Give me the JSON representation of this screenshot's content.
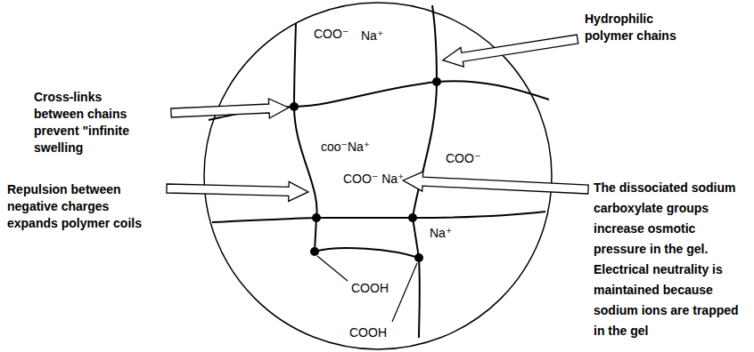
{
  "diagram": {
    "labels": [
      "Cross-links between chains prevent \"infinite swelling",
      "Repulsion between negative charges expands polymer coils",
      "Hydrophilic polymer chains",
      "The dissociated sodium carboxylate groups increase osmotic pressure in the gel. Electrical neutrality is maintained because sodium ions are trapped in the gel",
      "COO⁻",
      "Na⁺",
      "coo⁻Na⁺",
      "COO⁻ Na⁺",
      "COO⁻",
      "Na⁺",
      "COOH",
      "COOH"
    ]
  }
}
